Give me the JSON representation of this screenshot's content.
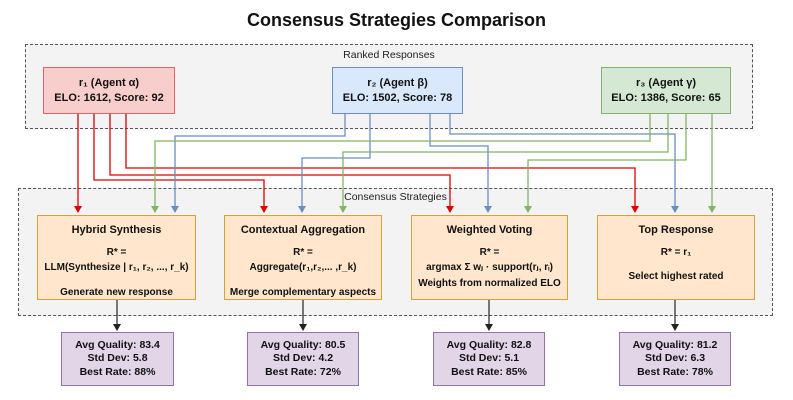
{
  "title": "Consensus Strategies Comparison",
  "ranked_group": {
    "label": "Ranked Responses"
  },
  "strategies_group": {
    "label": "Consensus Strategies"
  },
  "responses": [
    {
      "line1": "r₁ (Agent α)",
      "line2": "ELO: 1612, Score: 92",
      "color": "#f8cecc",
      "edge_color": "#e06666"
    },
    {
      "line1": "r₂ (Agent β)",
      "line2": "ELO: 1502, Score: 78",
      "color": "#dae8fc",
      "edge_color": "#6c8ebf"
    },
    {
      "line1": "r₃ (Agent γ)",
      "line2": "ELO: 1386, Score: 65",
      "color": "#d5e8d4",
      "edge_color": "#82b366"
    }
  ],
  "strategies": [
    {
      "name": "Hybrid Synthesis",
      "formula1": "R* =",
      "formula2": "LLM(Synthesize | r₁, r₂, ..., r_k)",
      "note": "Generate new response"
    },
    {
      "name": "Contextual Aggregation",
      "formula1": "R* =",
      "formula2": "Aggregate(r₁,r₂,... ,r_k)",
      "note": "Merge complementary aspects"
    },
    {
      "name": "Weighted Voting",
      "formula1": "R* =",
      "formula2": "argmax Σ wⱼ · support(rⱼ, rᵢ)",
      "note": "Weights from normalized ELO"
    },
    {
      "name": "Top Response",
      "formula1": "R* = r₁",
      "formula2": "",
      "note": "Select highest rated"
    }
  ],
  "stats": [
    {
      "quality": "Avg Quality: 83.4",
      "std": "Std Dev: 5.8",
      "best": "Best Rate: 88%"
    },
    {
      "quality": "Avg Quality: 80.5",
      "std": "Std Dev: 4.2",
      "best": "Best Rate: 72%"
    },
    {
      "quality": "Avg Quality: 82.8",
      "std": "Std Dev: 5.1",
      "best": "Best Rate: 85%"
    },
    {
      "quality": "Avg Quality: 81.2",
      "std": "Std Dev: 6.3",
      "best": "Best Rate: 78%"
    }
  ],
  "colors": {
    "strategy_fill": "#ffe6cc",
    "strategy_edge": "#d6a23a",
    "stats_fill": "#e1d5e7",
    "stats_edge": "#9673a6",
    "arrow_black": "#222222"
  }
}
